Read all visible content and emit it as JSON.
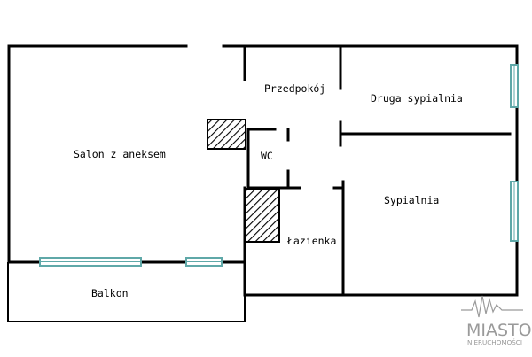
{
  "rooms": {
    "salon": "Salon z aneksem",
    "przedpokoj": "Przedpokój",
    "druga_sypialnia": "Druga sypialnia",
    "wc": "WC",
    "sypialnia": "Sypialnia",
    "lazienka": "Łazienka",
    "balkon": "Balkon"
  },
  "logo": {
    "main": "MIASTO",
    "sub": "NIERUCHOMOŚCI"
  },
  "colors": {
    "wall": "#000000",
    "window": "#5fa8a8",
    "logo": "#9a9a9a"
  }
}
